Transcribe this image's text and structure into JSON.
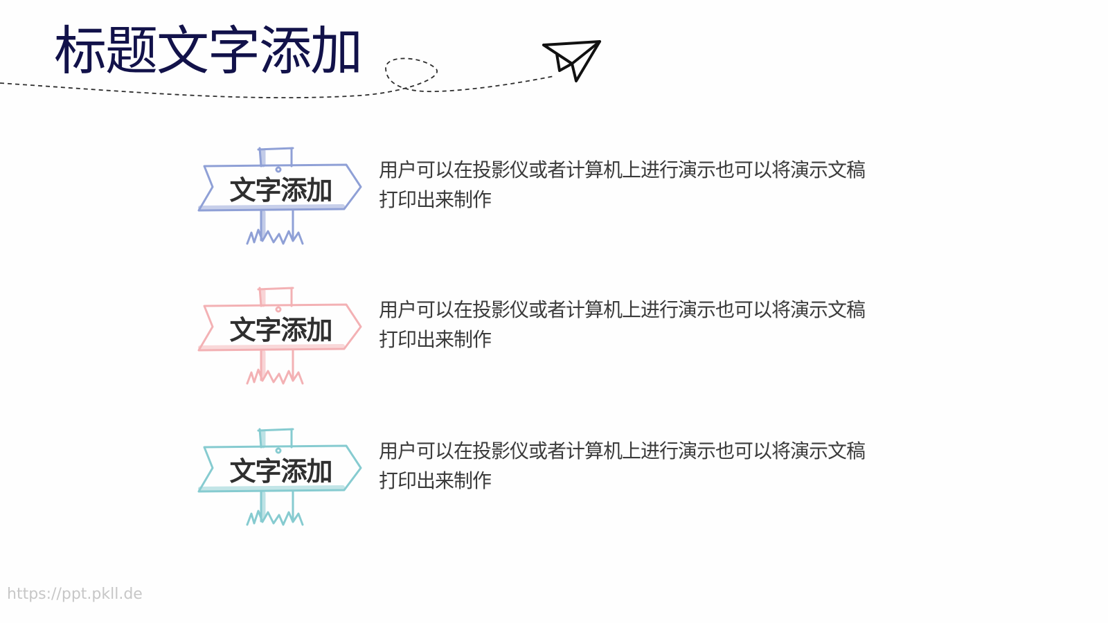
{
  "slide": {
    "title": "标题文字添加"
  },
  "items": [
    {
      "label": "文字添加",
      "text": "用户可以在投影仪或者计算机上进行演示也可以将演示文稿打印出来制作",
      "color": "#8fa0d6"
    },
    {
      "label": "文字添加",
      "text": "用户可以在投影仪或者计算机上进行演示也可以将演示文稿打印出来制作",
      "color": "#f3b1b4"
    },
    {
      "label": "文字添加",
      "text": "用户可以在投影仪或者计算机上进行演示也可以将演示文稿打印出来制作",
      "color": "#86cbd0"
    }
  ],
  "watermark": "https://ppt.pkll.de",
  "icons": {
    "plane": "paper-plane-icon",
    "flight_path": "dashed-flight-path",
    "sign": "signpost-icon"
  }
}
